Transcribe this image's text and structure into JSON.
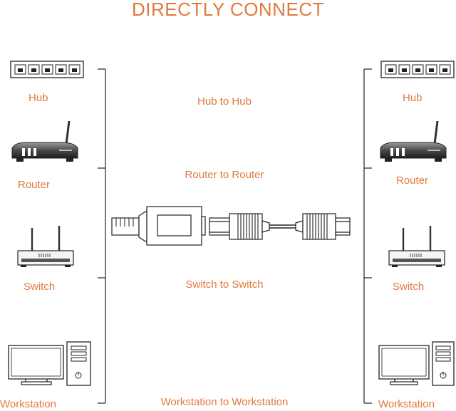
{
  "title": "DIRECTLY CONNECT",
  "colors": {
    "accent": "#e07a3c",
    "line": "#222222"
  },
  "left_devices": [
    {
      "label": "Hub",
      "icon": "hub-icon"
    },
    {
      "label": "Router",
      "icon": "router-icon"
    },
    {
      "label": "Switch",
      "icon": "switch-icon"
    },
    {
      "label": "Workstation",
      "icon": "workstation-icon"
    }
  ],
  "right_devices": [
    {
      "label": "Hub",
      "icon": "hub-icon"
    },
    {
      "label": "Router",
      "icon": "router-icon"
    },
    {
      "label": "Switch",
      "icon": "switch-icon"
    },
    {
      "label": "Workstation",
      "icon": "workstation-icon"
    }
  ],
  "connections": [
    {
      "label": "Hub to Hub"
    },
    {
      "label": "Router to Router"
    },
    {
      "label": "Switch to Switch"
    },
    {
      "label": "Workstation to Workstation"
    }
  ],
  "cable_icon": "ethernet-cable-icon"
}
